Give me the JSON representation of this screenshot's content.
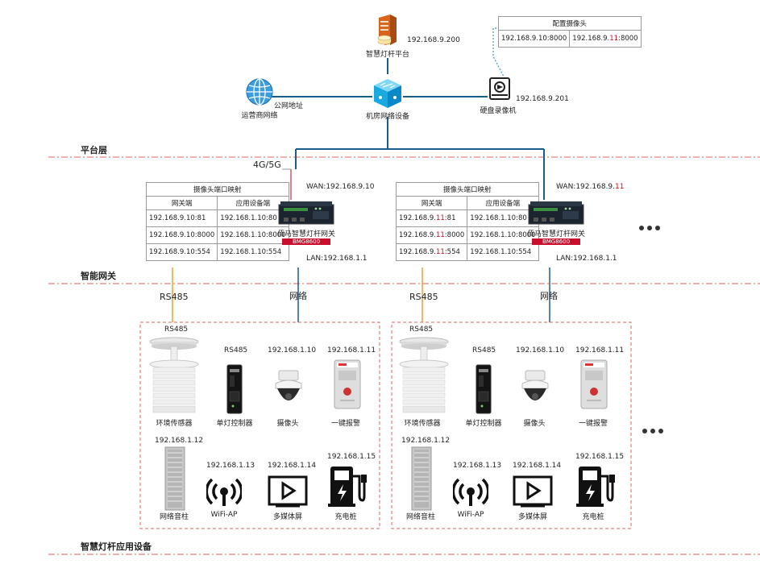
{
  "layers": {
    "platform": "平台层",
    "gateway": "智能网关",
    "apps": "智慧灯杆应用设备"
  },
  "platform": {
    "server_label": "智慧灯杆平台",
    "server_ip": "192.168.9.200",
    "switch_label": "机房网络设备",
    "internet_label": "运营商网络",
    "public_addr": "公网地址",
    "nvr_label": "硬盘录像机",
    "nvr_ip": "192.168.9.201",
    "camera_cfg": {
      "title": "配置摄像头",
      "cell1": "192.168.9.10:8000",
      "cell2_pre": "192.168.9.",
      "cell2_red": "11",
      "cell2_post": ":8000"
    },
    "link_4g": "4G/5G"
  },
  "gateways": [
    {
      "table_title": "摄像头端口映射",
      "col1": "网关端",
      "col2": "应用设备端",
      "rows": [
        {
          "gw_pre": "192.168.9.10:81",
          "gw_red": "",
          "gw_post": "",
          "app": "192.168.1.10:80"
        },
        {
          "gw_pre": "192.168.9.10:8000",
          "gw_red": "",
          "gw_post": "",
          "app": "192.168.1.10:8000"
        },
        {
          "gw_pre": "192.168.9.10:554",
          "gw_red": "",
          "gw_post": "",
          "app": "192.168.1.10:554"
        }
      ],
      "wan_pre": "WAN:192.168.9.10",
      "wan_red": "",
      "device_name": "佰马智慧灯杆网关",
      "device_model": "BMG8600",
      "lan": "LAN:192.168.1.1",
      "rs485": "RS485",
      "net": "网络"
    },
    {
      "table_title": "摄像头端口映射",
      "col1": "网关端",
      "col2": "应用设备端",
      "rows": [
        {
          "gw_pre": "192.168.9.",
          "gw_red": "11",
          "gw_post": ":81",
          "app": "192.168.1.10:80"
        },
        {
          "gw_pre": "192.168.9.",
          "gw_red": "11",
          "gw_post": ":8000",
          "app": "192.168.1.10:8000"
        },
        {
          "gw_pre": "192.168.9.",
          "gw_red": "11",
          "gw_post": ":554",
          "app": "192.168.1.10:554"
        }
      ],
      "wan_pre": "WAN:192.168.9.",
      "wan_red": "11",
      "device_name": "佰马智慧灯杆网关",
      "device_model": "BMG8600",
      "lan": "LAN:192.168.1.1",
      "rs485": "RS485",
      "net": "网络"
    }
  ],
  "apps": [
    {
      "rs485_top": "RS485",
      "env_sensor": "环境传感器",
      "ctrl_bus": "RS485",
      "ctrl": "单灯控制器",
      "camera_ip": "192.168.1.10",
      "camera": "摄像头",
      "alarm_ip": "192.168.1.11",
      "alarm": "一键报警",
      "speaker_ip": "192.168.1.12",
      "speaker": "网络音柱",
      "wifi_ip": "192.168.1.13",
      "wifi": "WiFi-AP",
      "screen_ip": "192.168.1.14",
      "screen": "多媒体屏",
      "charger_ip": "192.168.1.15",
      "charger": "充电桩"
    },
    {
      "rs485_top": "RS485",
      "env_sensor": "环境传感器",
      "ctrl_bus": "RS485",
      "ctrl": "单灯控制器",
      "camera_ip": "192.168.1.10",
      "camera": "摄像头",
      "alarm_ip": "192.168.1.11",
      "alarm": "一键报警",
      "speaker_ip": "192.168.1.12",
      "speaker": "网络音柱",
      "wifi_ip": "192.168.1.13",
      "wifi": "WiFi-AP",
      "screen_ip": "192.168.1.14",
      "screen": "多媒体屏",
      "charger_ip": "192.168.1.15",
      "charger": "充电桩"
    }
  ],
  "colors": {
    "link_blue": "#1a5c8a",
    "rs485_orange": "#f0a030",
    "layer_line": "#e06060",
    "cfg_dotted": "#4a90c8",
    "brand_red": "#c8102e"
  },
  "icons": [
    "server-icon",
    "globe-icon",
    "network-switch-icon",
    "nvr-icon",
    "gateway-device-icon",
    "weather-sensor-icon",
    "lamp-controller-icon",
    "dome-camera-icon",
    "alarm-box-icon",
    "column-speaker-icon",
    "wifi-icon",
    "media-screen-icon",
    "ev-charger-icon",
    "more-dots-icon"
  ]
}
